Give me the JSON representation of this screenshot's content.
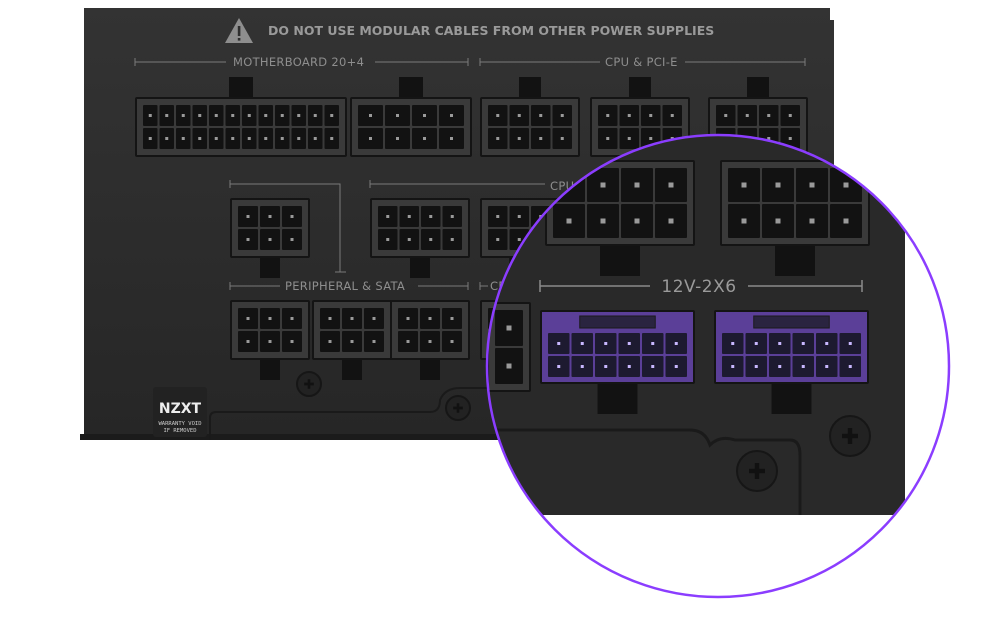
{
  "warning": {
    "icon": "warning-triangle-icon",
    "text": "DO NOT USE MODULAR CABLES FROM OTHER POWER SUPPLIES"
  },
  "labels": {
    "motherboard": "MOTHERBOARD 20+4",
    "cpu_pcie": "CPU & PCI-E",
    "cpu": "CPU",
    "peripheral": "PERIPHERAL & SATA",
    "ce": "CE"
  },
  "zoom": {
    "label": "12V-2X6",
    "ring_color": "#8b3dff",
    "accent_connector_color": "#5b3f98"
  },
  "badge": {
    "brand": "NZXT",
    "line1": "WARRANTY VOID",
    "line2": "IF REMOVED"
  }
}
